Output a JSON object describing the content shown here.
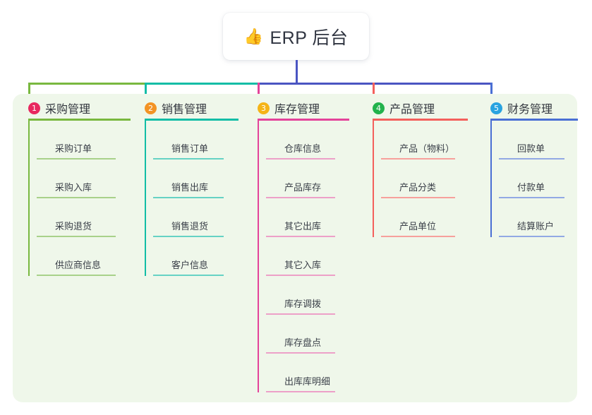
{
  "root": {
    "icon": "thumbs-up-icon",
    "icon_glyph": "👍",
    "title": "ERP 后台"
  },
  "palette": {
    "panel_bg": "#eff7ea",
    "page_bg": "#ffffff",
    "root_line": "#4a55c2",
    "bus_green": "#79b83f",
    "bus_teal": "#12bda6",
    "bus_blue": "#4a55c2"
  },
  "columns": [
    {
      "index": "1",
      "title": "采购管理",
      "badge_color": "#e8285f",
      "rule_color": "#79b83f",
      "leaf_rule_color": "#a8d18a",
      "stub_color": "#79b83f",
      "items": [
        "采购订单",
        "采购入库",
        "采购退货",
        "供应商信息"
      ]
    },
    {
      "index": "2",
      "title": "销售管理",
      "badge_color": "#f39325",
      "rule_color": "#12bda6",
      "leaf_rule_color": "#66d2c4",
      "stub_color": "#12bda6",
      "items": [
        "销售订单",
        "销售出库",
        "销售退货",
        "客户信息"
      ]
    },
    {
      "index": "3",
      "title": "库存管理",
      "badge_color": "#f5b417",
      "rule_color": "#e4439a",
      "leaf_rule_color": "#eda0c8",
      "stub_color": "#e4439a",
      "items": [
        "仓库信息",
        "产品库存",
        "其它出库",
        "其它入库",
        "库存调拨",
        "库存盘点",
        "出库库明细"
      ]
    },
    {
      "index": "4",
      "title": "产品管理",
      "badge_color": "#22b24c",
      "rule_color": "#f4605c",
      "leaf_rule_color": "#f7a09c",
      "stub_color": "#f4605c",
      "items": [
        "产品（物料）",
        "产品分类",
        "产品单位"
      ]
    },
    {
      "index": "5",
      "title": "财务管理",
      "badge_color": "#29a3e0",
      "rule_color": "#4a6fd4",
      "leaf_rule_color": "#92a9e4",
      "stub_color": "#4a6fd4",
      "items": [
        "回款单",
        "付款单",
        "结算账户"
      ]
    }
  ]
}
